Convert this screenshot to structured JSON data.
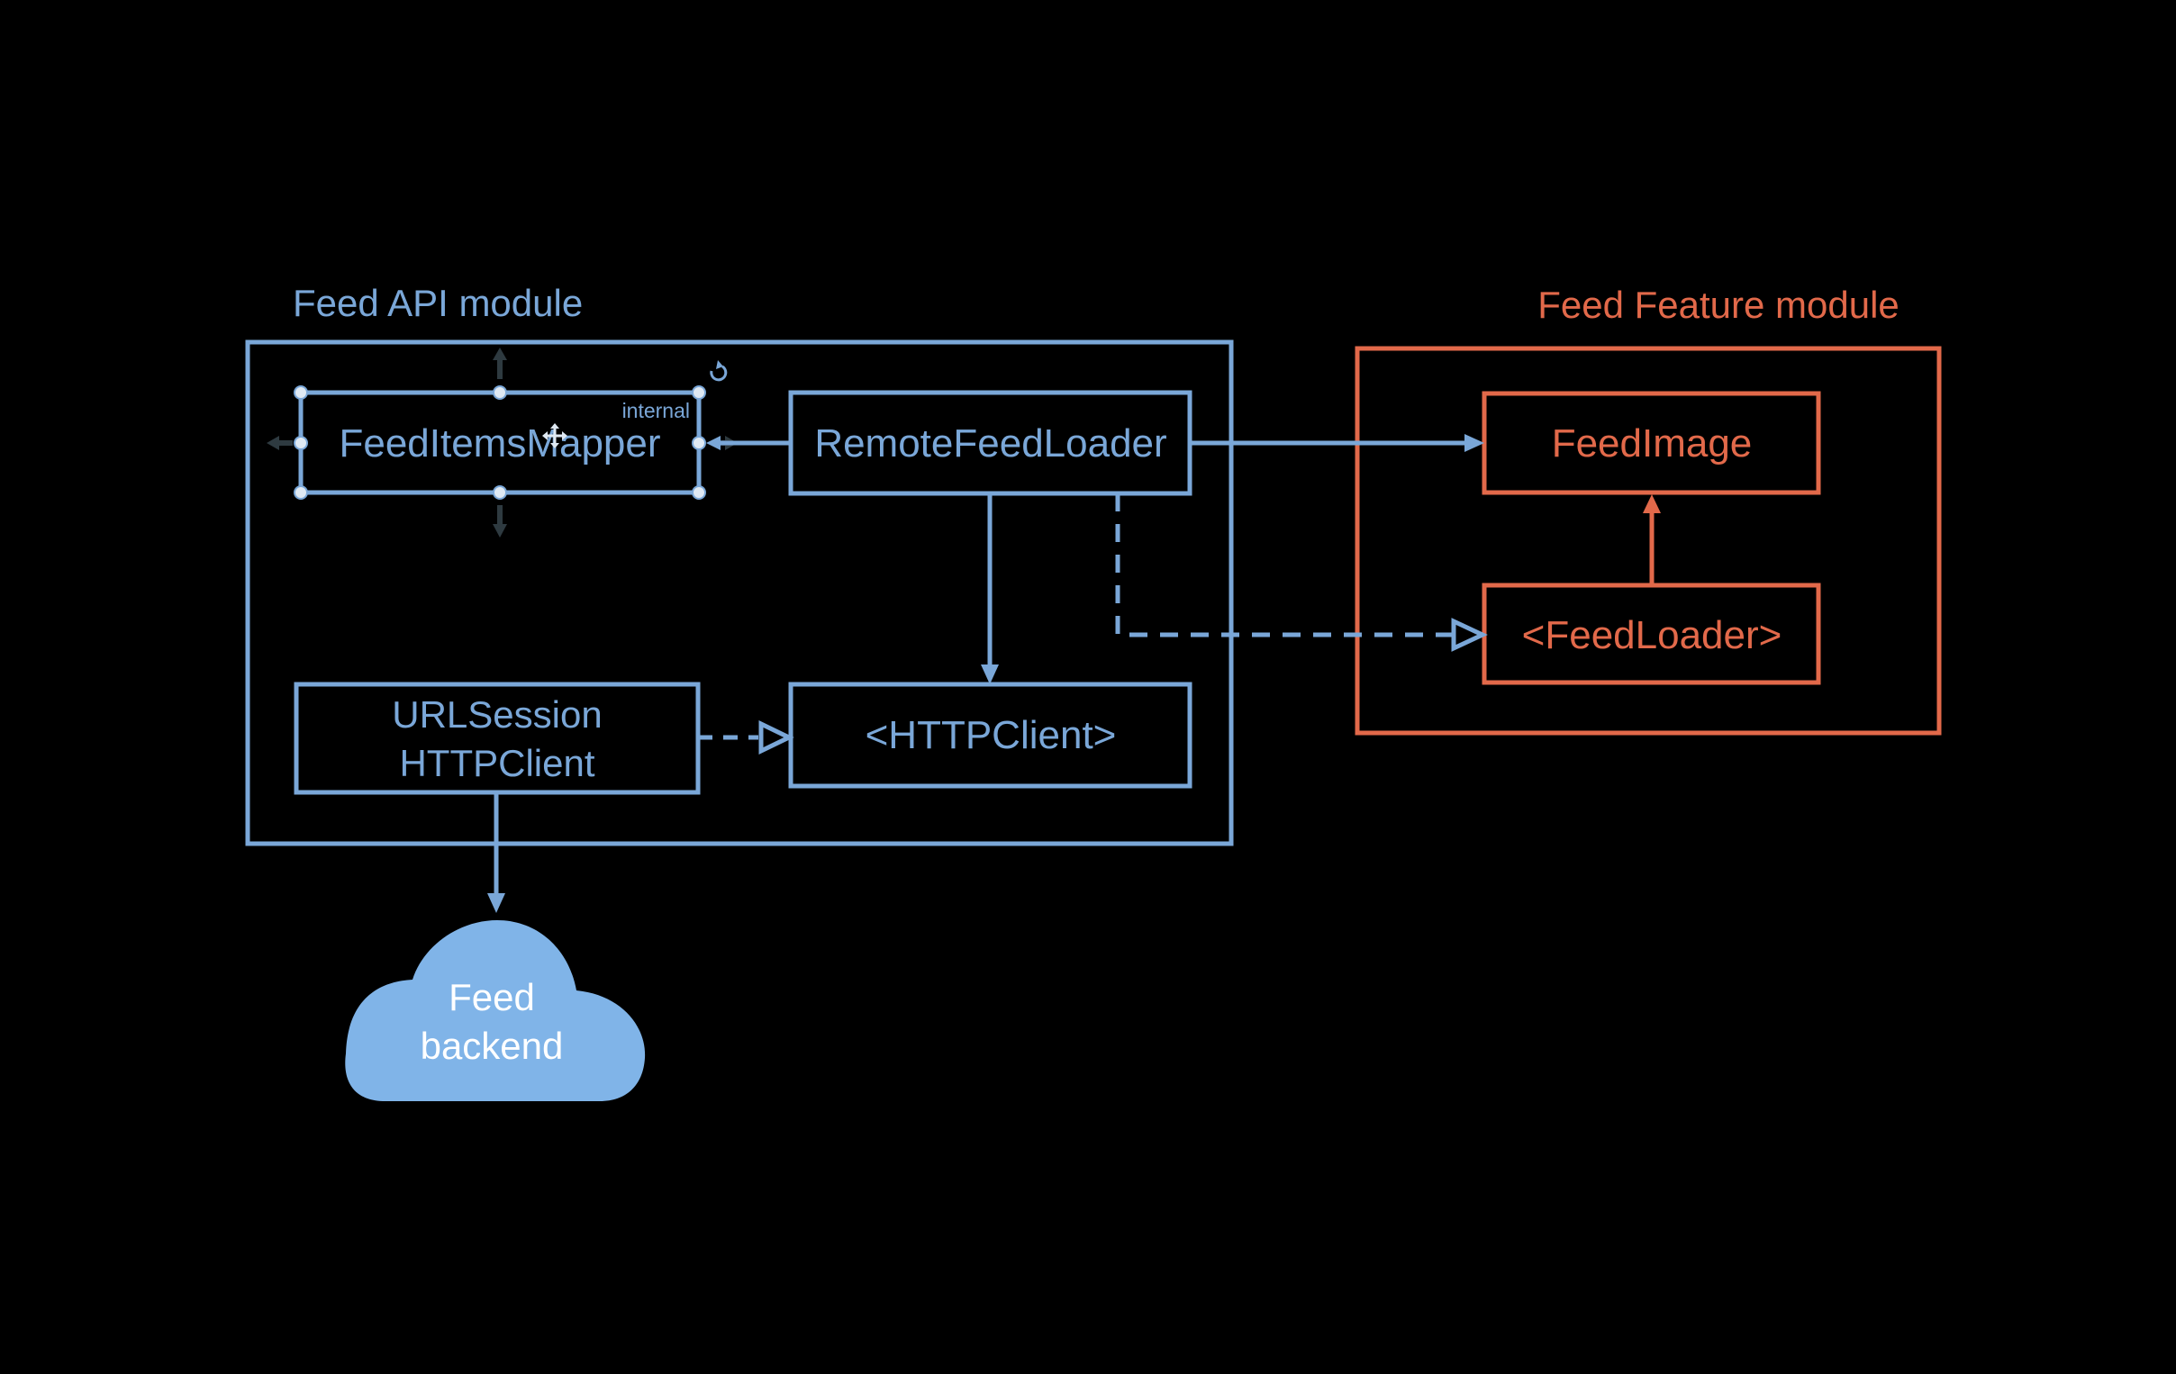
{
  "colors": {
    "background": "#000000",
    "api_blue": "#7aa7d8",
    "feature_orange": "#e2694a",
    "cloud_fill": "#80b4e8",
    "cloud_text": "#ffffff",
    "handle_fill": "#dfe9f3",
    "handle_dark": "#2e3a40"
  },
  "api_module": {
    "title": "Feed API module",
    "mapper": {
      "label": "FeedItemsMapper",
      "access": "internal"
    },
    "remote_loader": {
      "label": "RemoteFeedLoader"
    },
    "url_session_client": {
      "line1": "URLSession",
      "line2": "HTTPClient"
    },
    "http_client": {
      "label": "<HTTPClient>"
    }
  },
  "feature_module": {
    "title": "Feed Feature module",
    "feed_image": {
      "label": "FeedImage"
    },
    "feed_loader": {
      "label": "<FeedLoader>"
    }
  },
  "backend": {
    "line1": "Feed",
    "line2": "backend"
  },
  "icons": {
    "selection": [
      "move-cursor-icon",
      "rotate-handle-icon",
      "resize-arrow-up-icon",
      "resize-arrow-down-icon",
      "resize-arrow-left-icon",
      "resize-arrow-right-icon"
    ],
    "backend": "cloud-icon"
  }
}
